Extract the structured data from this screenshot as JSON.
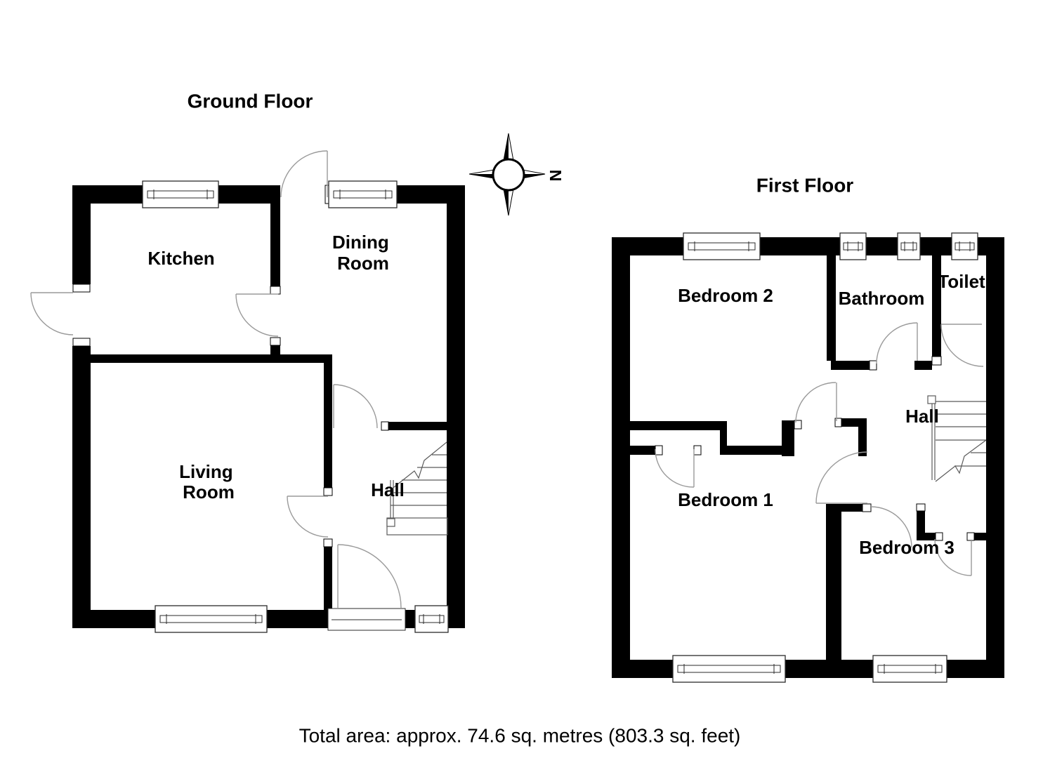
{
  "page": {
    "caption": "Total area: approx. 74.6 sq. metres (803.3 sq. feet)"
  },
  "compass": {
    "north_label": "N"
  },
  "colors": {
    "wall": "#000000",
    "door_line": "#9a9a9a",
    "stair_line": "#5a5a5a",
    "text": "#000000",
    "background": "#ffffff"
  },
  "ground_floor": {
    "title": "Ground Floor",
    "rooms": {
      "kitchen": "Kitchen",
      "dining": [
        "Dining",
        "Room"
      ],
      "living": [
        "Living",
        "Room"
      ],
      "hall": "Hall"
    }
  },
  "first_floor": {
    "title": "First Floor",
    "rooms": {
      "bedroom2": "Bedroom 2",
      "bathroom": "Bathroom",
      "toilet": "Toilet",
      "hall": "Hall",
      "bedroom1": "Bedroom 1",
      "bedroom3": "Bedroom 3"
    }
  }
}
